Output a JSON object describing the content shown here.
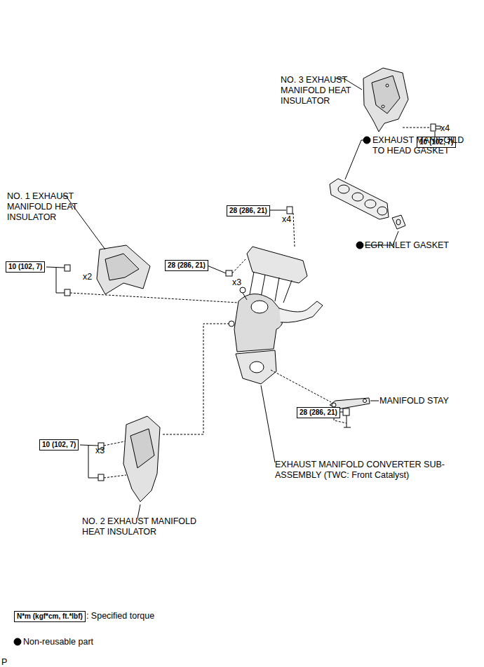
{
  "diagram": {
    "nodes": [
      {
        "text": [
          "10 (102, 7)"
        ]
      },
      {
        "text": [
          "28 (286, 21)"
        ]
      },
      {
        "text": [
          "28 (286, 21)"
        ]
      },
      {
        "text": [
          "10 (102, 7)"
        ]
      },
      {
        "text": [
          "28 (286, 21)"
        ]
      },
      {
        "text": [
          "10 (102, 7)"
        ]
      },
      {
        "text": [
          "N*m (kgf*cm, ft.*lbf)"
        ]
      }
    ],
    "labels": [
      "NO. 3 EXHAUST MANIFOLD HEAT INSULATOR",
      "x4",
      "EXHAUST MANIFOILD TO HEAD GASKET",
      "NO. 1 EXHAUST MANIFOLD HEAT INSULATOR",
      "x4",
      "x2",
      "x3",
      "EGR INLET GASKET",
      "MANIFOLD STAY",
      "x3",
      "EXHAUST MANIFOLD CONVERTER SUB-ASSEMBLY (TWC: Front Catalyst)",
      "NO. 2 EXHAUST MANIFOLD HEAT INSULATOR",
      "P"
    ],
    "legend": [
      {
        "text": ": Specified torque"
      },
      {
        "text": "Non-reusable part"
      }
    ]
  }
}
